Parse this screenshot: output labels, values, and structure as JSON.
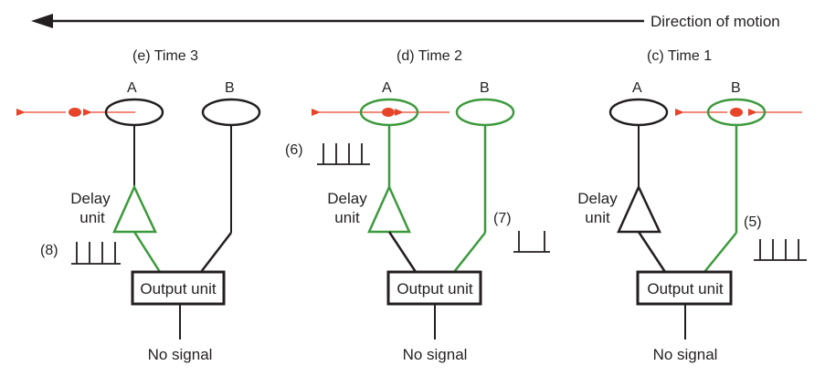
{
  "direction_label": "Direction of motion",
  "panels": [
    {
      "title": "(e) Time 3",
      "receptor_a": "A",
      "receptor_b": "B",
      "delay_label_1": "Delay",
      "delay_label_2": "unit",
      "output_label": "Output unit",
      "result_label": "No signal",
      "marker": "(8)"
    },
    {
      "title": "(d) Time 2",
      "receptor_a": "A",
      "receptor_b": "B",
      "delay_label_1": "Delay",
      "delay_label_2": "unit",
      "output_label": "Output unit",
      "result_label": "No signal",
      "marker_1": "(6)",
      "marker_2": "(7)"
    },
    {
      "title": "(c) Time 1",
      "receptor_a": "A",
      "receptor_b": "B",
      "delay_label_1": "Delay",
      "delay_label_2": "unit",
      "output_label": "Output unit",
      "result_label": "No signal",
      "marker": "(5)"
    }
  ],
  "colors": {
    "active": "#3c9a3c",
    "inactive": "#231f20",
    "stimulus": "#e8442a"
  }
}
